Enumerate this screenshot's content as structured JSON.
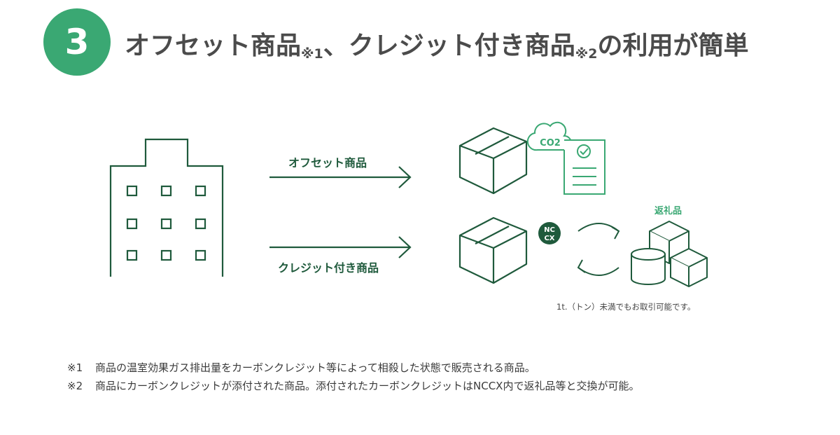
{
  "header": {
    "step_number": "3",
    "title_part1": "オフセット商品",
    "title_sub1": "※1",
    "title_part2": "、クレジット付き商品",
    "title_sub2": "※2",
    "title_part3": "の利用が簡単"
  },
  "diagram": {
    "arrow_top_label": "オフセット商品",
    "arrow_bottom_label": "クレジット付き商品",
    "co2_cloud_text": "CO2",
    "nccx_badge_line1": "NC",
    "nccx_badge_line2": "CX",
    "gift_label": "返礼品",
    "ton_note": "1t.（トン）未満でもお取引可能です。"
  },
  "footnotes": [
    {
      "mark": "※1",
      "text": "商品の温室効果ガス排出量をカーボンクレジット等によって相殺した状態で販売される商品。"
    },
    {
      "mark": "※2",
      "text": "商品にカーボンクレジットが添付された商品。添付されたカーボンクレジットはNCCX内で返礼品等と交換が可能。"
    }
  ],
  "colors": {
    "brand_green": "#3aa873",
    "dark_green": "#1f5a3c",
    "heading_gray": "#4b4b4b"
  }
}
